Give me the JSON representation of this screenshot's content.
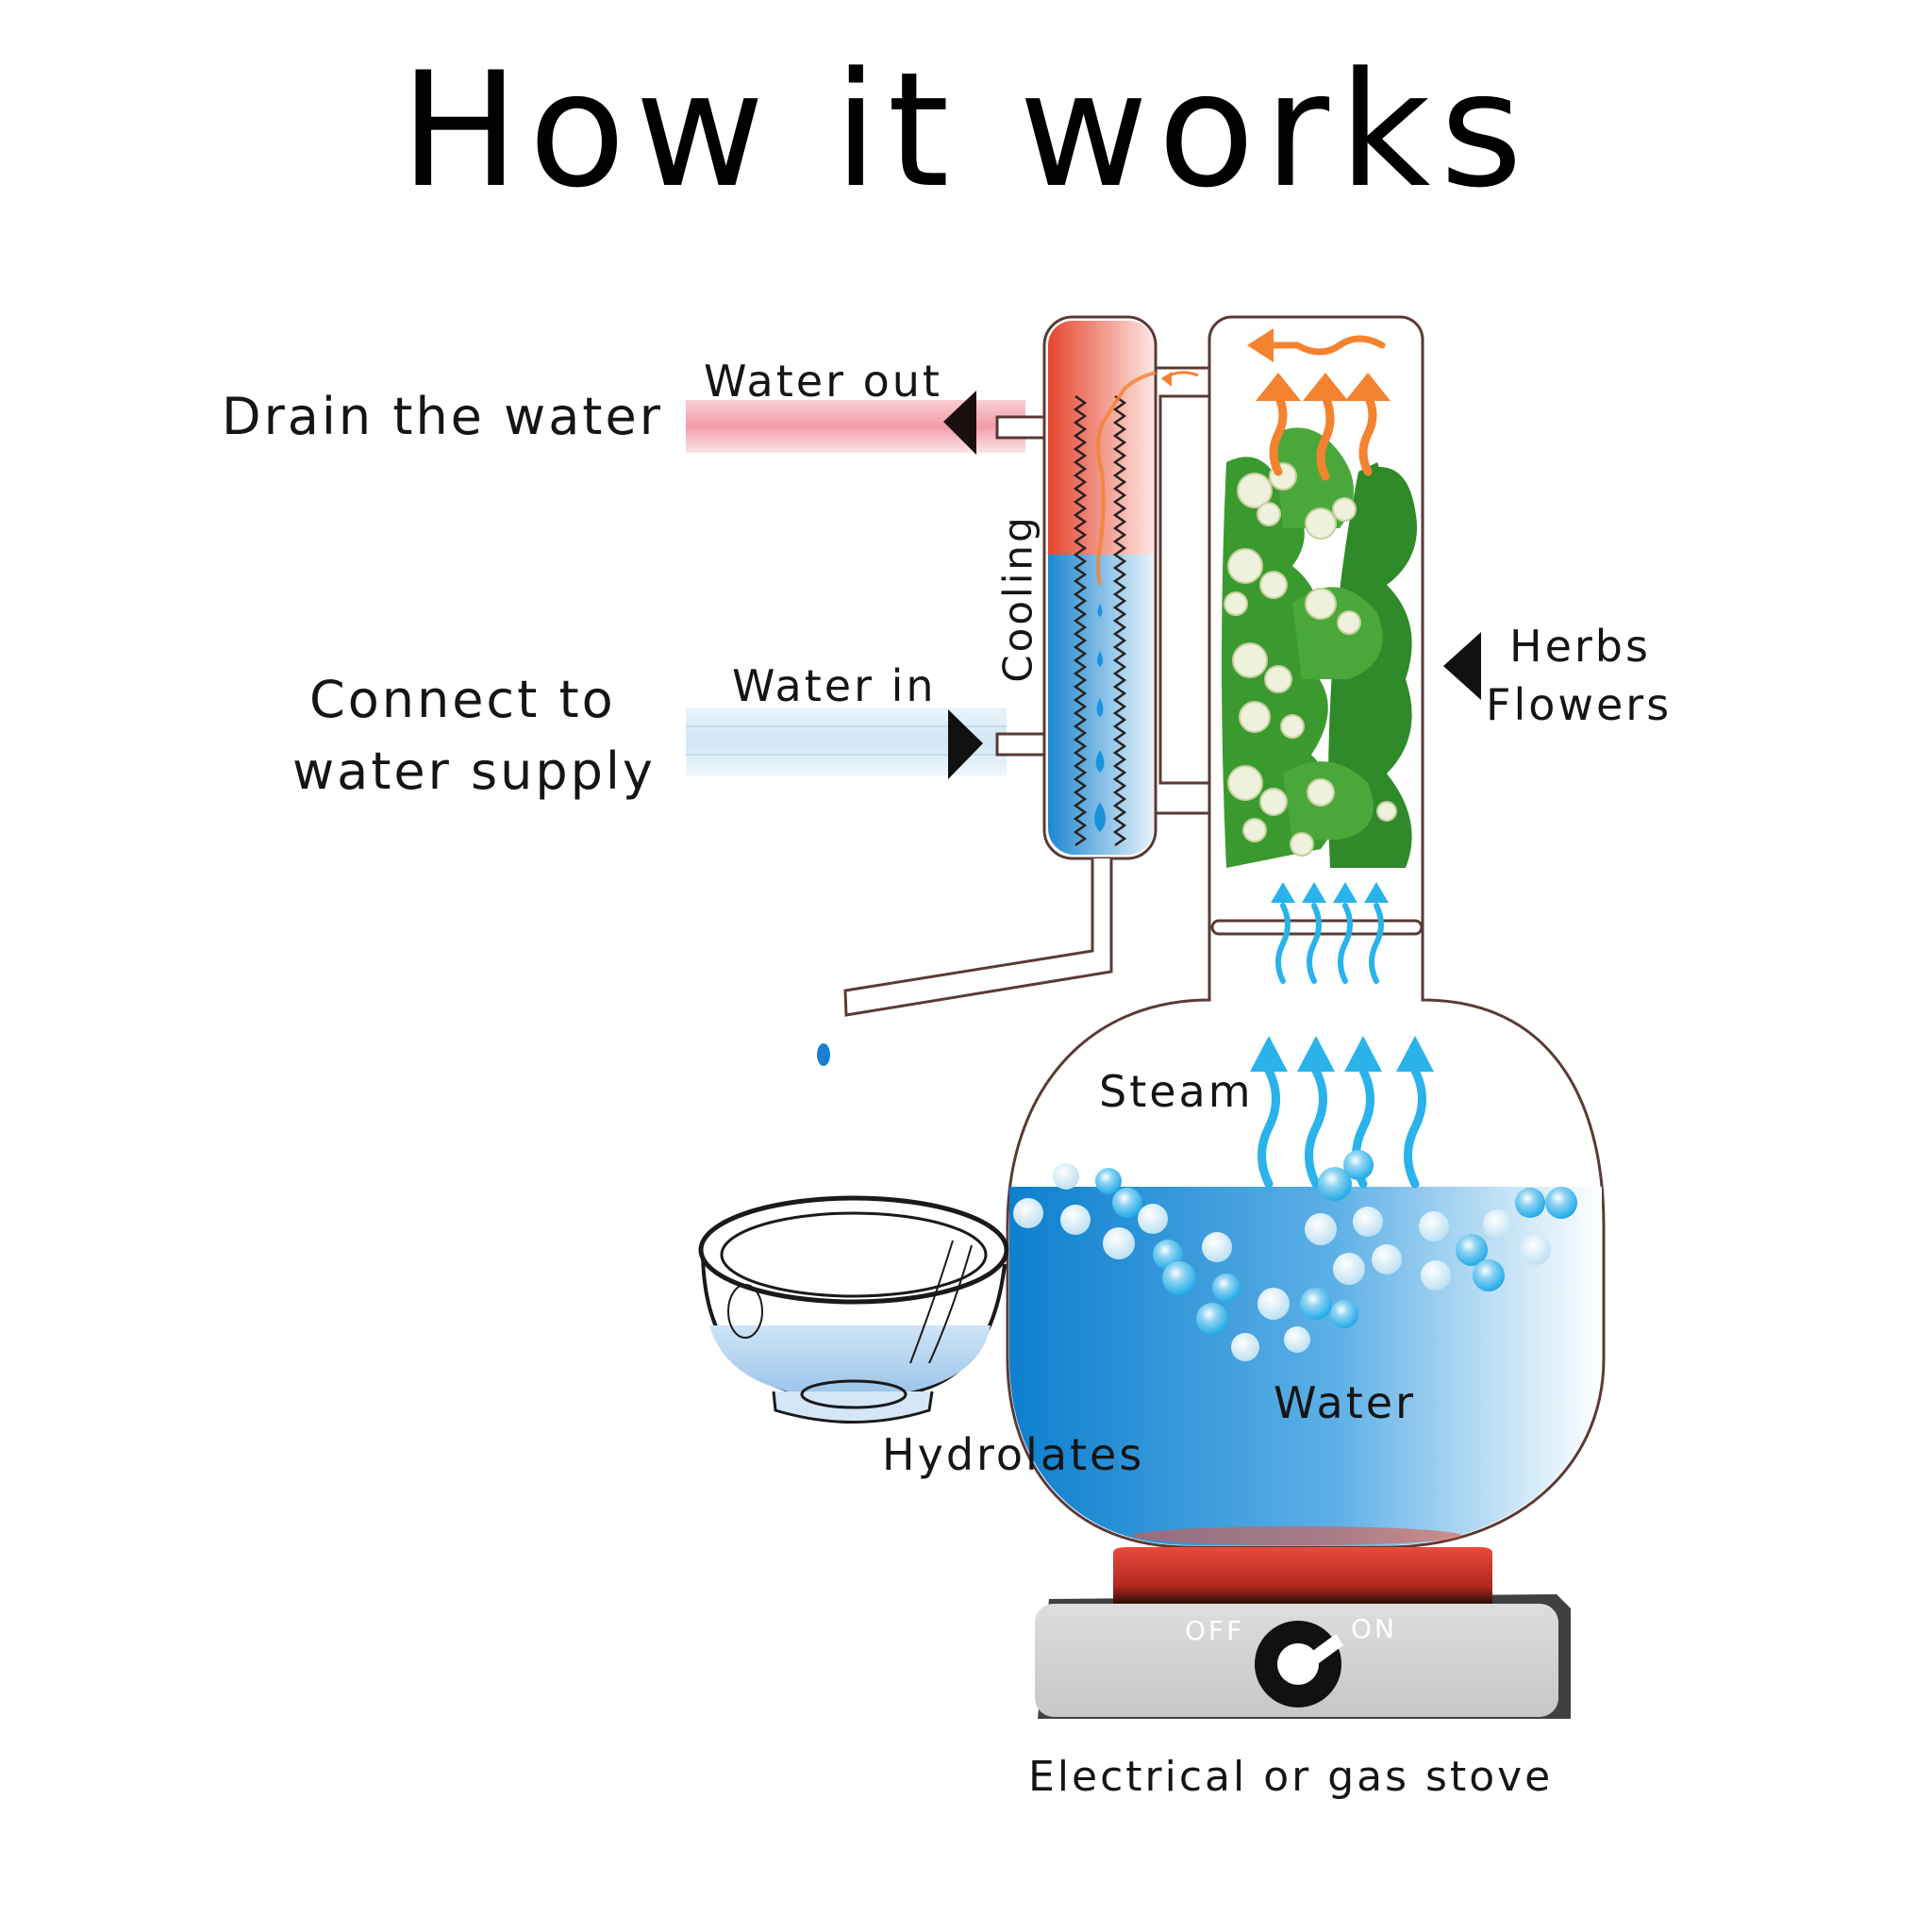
{
  "title": "How it works",
  "labels": {
    "drain_water": "Drain the water",
    "water_out": "Water out",
    "connect_line1": "Connect to",
    "connect_line2": "water supply",
    "water_in": "Water in",
    "cooling": "Cooling",
    "herbs": "Herbs",
    "flowers": "Flowers",
    "steam": "Steam",
    "water": "Water",
    "hydrolates": "Hydrolates",
    "stove_off": "OFF",
    "stove_on": "ON",
    "stove": "Electrical or gas stove"
  },
  "colors": {
    "hot_water": "#e8523a",
    "cool_water": "#1a8fd6",
    "steam": "#29b3ea",
    "vapor": "#f4822e",
    "leaves": "#2f8a2a",
    "flowers": "#eef1dc",
    "heater": "#d63a2e",
    "stove_body": "#d6d3d3",
    "outline": "#5a3a35"
  }
}
